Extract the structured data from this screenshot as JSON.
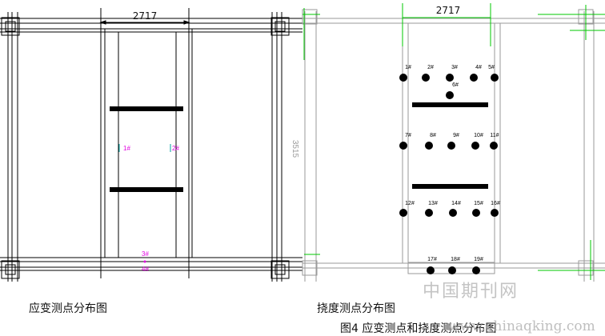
{
  "left_diagram": {
    "dimension_label": "2717",
    "strain_points": [
      "1#",
      "2#",
      "3#",
      "4#"
    ],
    "caption": "应变测点分布图"
  },
  "right_diagram": {
    "dimension_label": "2717",
    "side_label": "3515",
    "deflection_points": [
      "1#",
      "2#",
      "3#",
      "4#",
      "5#",
      "6#",
      "7#",
      "8#",
      "9#",
      "10#",
      "11#",
      "12#",
      "13#",
      "14#",
      "15#",
      "16#",
      "17#",
      "18#",
      "19#"
    ],
    "caption": "挠度测点分布图"
  },
  "figure_caption": "图4 应变测点和挠度测点分布图",
  "watermark": {
    "text_cn": "中国期刊网",
    "text_url": "www.chinaqking.com"
  },
  "colors": {
    "strain_point": "#e000e0",
    "dimension_line": "#00c800",
    "structure": "#000000",
    "watermark": "#c4c4c4"
  }
}
